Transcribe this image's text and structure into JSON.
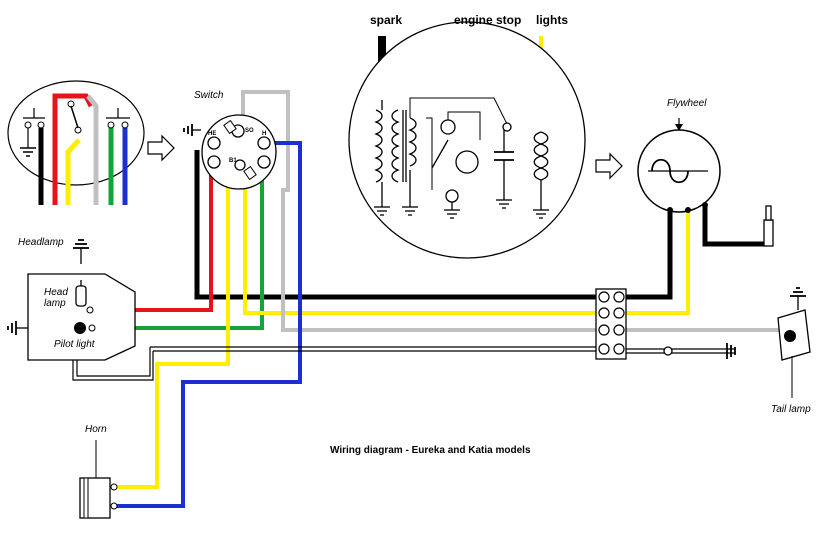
{
  "title": "Wiring diagram - Eureka and Katia models",
  "labels": {
    "spark": "spark",
    "engine_stop": "engine stop",
    "lights": "lights",
    "switch": "Switch",
    "flywheel": "Flywheel",
    "headlamp": "Headlamp",
    "head_lamp_line1": "Head",
    "head_lamp_line2": "lamp",
    "pilot_light": "Pilot light",
    "horn": "Horn",
    "tail_lamp": "Tail lamp"
  },
  "switch_terminals": {
    "t1": "HE",
    "t2": "SO",
    "t3": "H",
    "t4": "B1"
  },
  "wire_colors": {
    "black": "#000000",
    "red": "#e8121a",
    "yellow": "#ffee00",
    "grey": "#c0c0c0",
    "green": "#16a33a",
    "blue": "#1d2fd2"
  }
}
